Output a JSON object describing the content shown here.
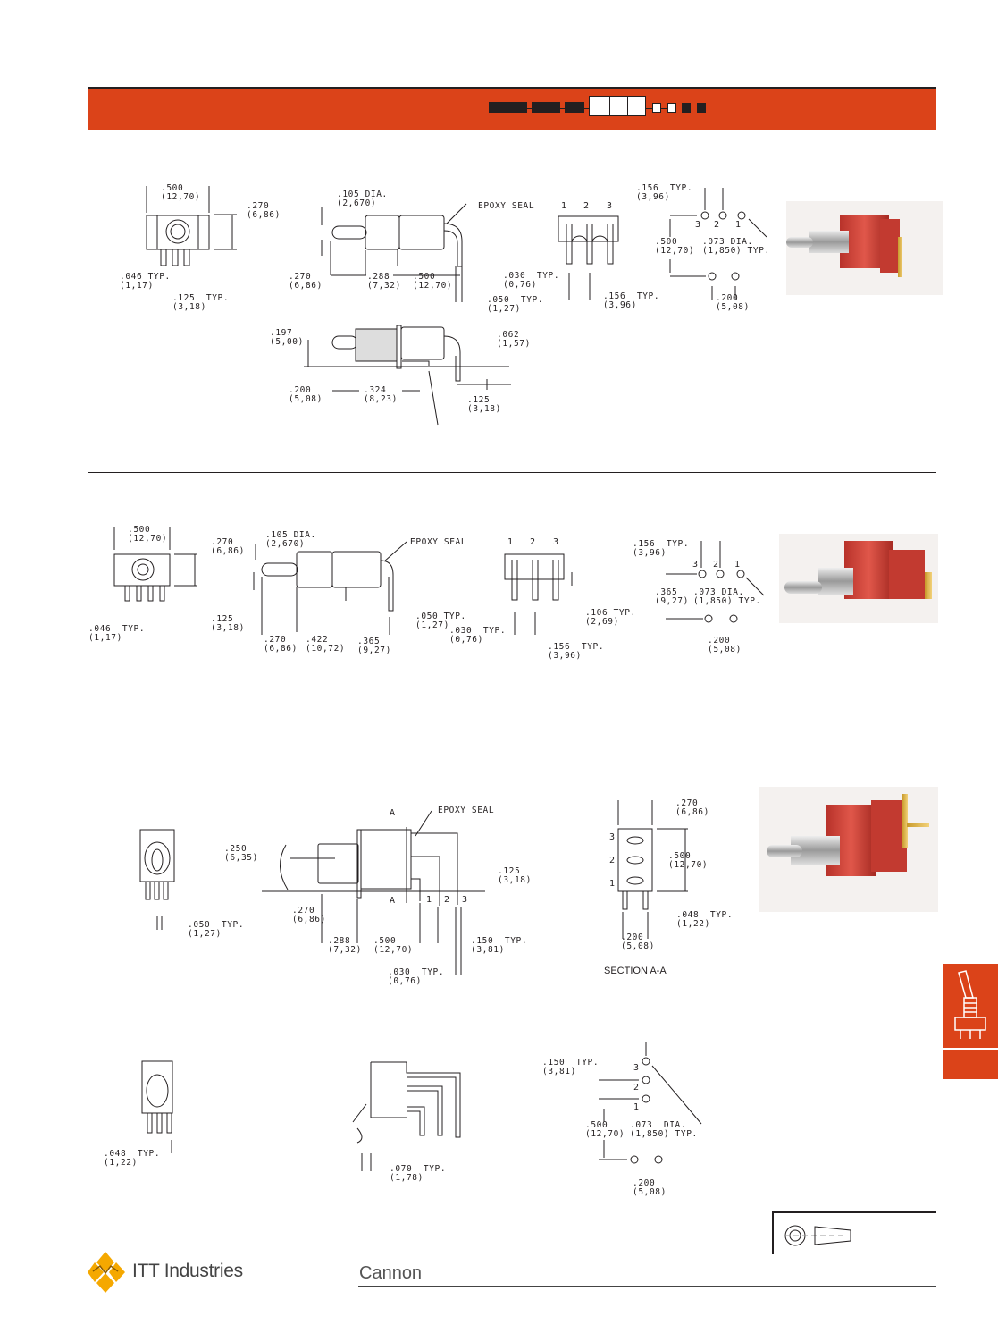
{
  "header": {
    "accent_color": "#db4319"
  },
  "section1": {
    "labels": [
      ".500\n(12,70)",
      ".270\n(6,86)",
      ".046 TYP.\n(1,17)",
      ".125  TYP.\n(3,18)",
      ".105 DIA.\n(2,670)",
      "EPOXY SEAL",
      ".270\n(6,86)",
      ".288\n(7,32)",
      ".500\n(12,70)",
      ".030  TYP.\n(0,76)",
      ".050  TYP.\n(1,27)",
      ".156  TYP.\n(3,96)",
      ".156  TYP.\n(3,96)",
      ".500\n(12,70)",
      ".073 DIA.\n(1,850) TYP.",
      ".200\n(5,08)",
      ".197\n(5,00)",
      ".062\n(1,57)",
      ".200\n(5,08)",
      ".324\n(8,23)",
      ".125\n(3,18)"
    ],
    "pins": [
      "1",
      "2",
      "3"
    ],
    "holes": [
      "3",
      "2",
      "1"
    ]
  },
  "section2": {
    "labels": [
      ".500\n(12,70)",
      ".270\n(6,86)",
      ".046  TYP.\n(1,17)",
      ".125\n(3,18)",
      ".105 DIA.\n(2,670)",
      "EPOXY SEAL",
      ".050 TYP.\n(1,27)",
      ".270\n(6,86)",
      ".422\n(10,72)",
      ".365\n(9,27)",
      ".106 TYP.\n(2,69)",
      ".030  TYP.\n(0,76)",
      ".156  TYP.\n(3,96)",
      ".156  TYP.\n(3,96)",
      ".365\n(9,27)",
      ".073 DIA.\n(1,850) TYP.",
      ".200\n(5,08)"
    ],
    "pins": [
      "1",
      "2",
      "3"
    ],
    "holes": [
      "3",
      "2",
      "1"
    ]
  },
  "section3": {
    "labels": [
      ".050  TYP.\n(1,27)",
      ".250\n(6,35)",
      "EPOXY SEAL",
      ".125\n(3,18)",
      ".270\n(6,86)",
      ".288\n(7,32)",
      ".500\n(12,70)",
      ".150  TYP.\n(3,81)",
      ".030  TYP.\n(0,76)",
      ".270\n(6,86)",
      ".500\n(12,70)",
      ".048  TYP.\n(1,22)",
      ".200\n(5,08)",
      ".048  TYP.\n(1,22)",
      ".070  TYP.\n(1,78)",
      ".150  TYP.\n(3,81)",
      ".500\n(12,70)",
      ".073  DIA.\n(1,850) TYP.",
      ".200\n(5,08)"
    ],
    "section_marker": "A",
    "section_title": "SECTION A-A",
    "pins": [
      "1",
      "2",
      "3"
    ],
    "rows": [
      "3",
      "2",
      "1"
    ],
    "holes": [
      "3",
      "2",
      "1"
    ]
  },
  "footer": {
    "brand": "ITT Industries",
    "division": "Cannon",
    "logo_color": "#f5a800"
  }
}
